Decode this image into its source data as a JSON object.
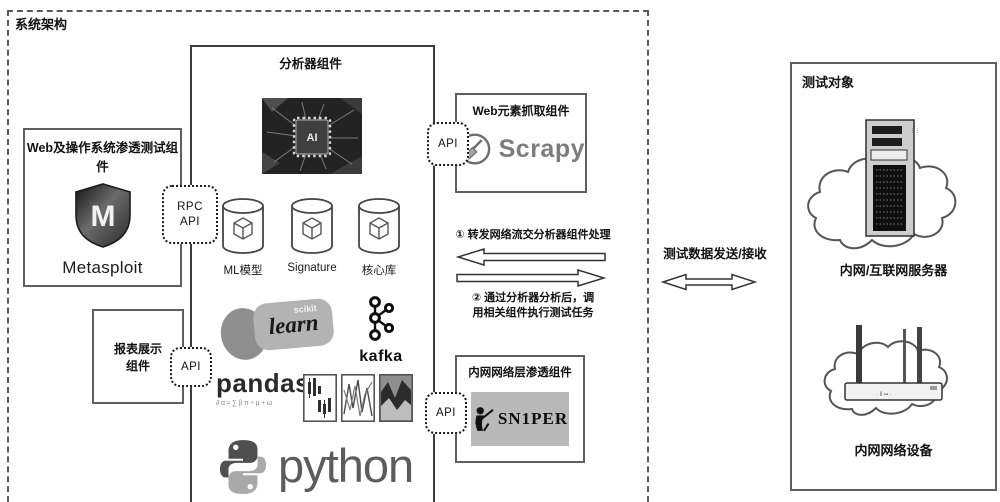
{
  "root_label": "系统架构",
  "pentest_box": {
    "title": "Web及操作系统渗透测试组件",
    "logo": "Metasploit",
    "logo_letter": "M"
  },
  "analyzer_box": {
    "title": "分析器组件",
    "chip_label": "AI",
    "db_labels": [
      "ML模型",
      "Signature",
      "核心库"
    ],
    "sklearn": {
      "scikit": "scikit",
      "learn": "learn"
    },
    "kafka_label": "kafka",
    "pandas_label": "pandas",
    "pandas_formula": "∂α≈∑βπ÷μ+ω",
    "python_label": "python"
  },
  "scrapy_box": {
    "title": "Web元素抓取组件",
    "logo": "Scrapy"
  },
  "sniper_box": {
    "title": "内网网络层渗透组件",
    "logo": "SN1PER"
  },
  "report_box": {
    "line1": "报表展示",
    "line2": "组件"
  },
  "connectors": {
    "rpc": "RPC",
    "rpc_api": "API",
    "api_top": "API",
    "api_left": "API",
    "api_bottom": "API"
  },
  "flows": {
    "to_analyzer": "① 转发网络流交分析器组件处理",
    "from_analyzer_1": "② 通过分析器分析后，调",
    "from_analyzer_2": "用相关组件执行测试任务",
    "transfer": "测试数据发送/接收"
  },
  "target_box": {
    "title": "测试对象",
    "server": "内网/互联网服务器",
    "device": "内网网络设备"
  },
  "colors": {
    "ink": "#1c1c1c",
    "box_border": "#5f5f5f",
    "gray_logo": "#8f8f8f"
  }
}
